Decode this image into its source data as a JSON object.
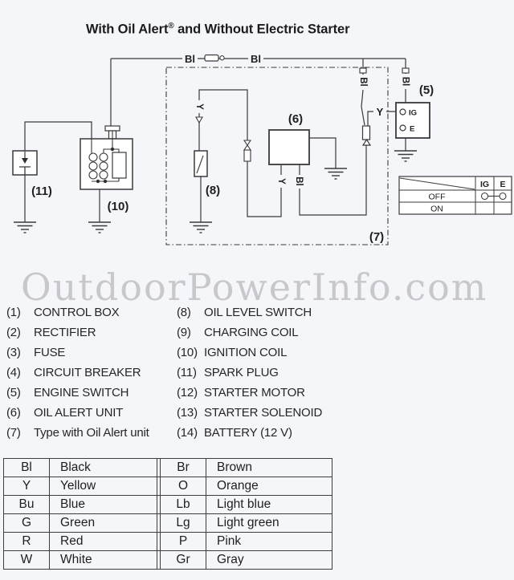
{
  "title": {
    "pre": "With Oil Alert",
    "reg": "®",
    "post": " and Without Electric Starter"
  },
  "watermark": "OutdoorPowerInfo.com",
  "colors": {
    "background": "#f5f6fa",
    "diagram_line": "#3a3a3a",
    "text": "#1f1f1f",
    "watermark": "#c7c7cc"
  },
  "diagram": {
    "wire_labels": {
      "bl_top_left": "Bl",
      "bl_top_right": "Bl",
      "bl_breaker": "Bl",
      "bl_switch": "Bl",
      "y_oil_switch": "Y",
      "y_ignition": "Y",
      "y_unit": "Y",
      "bl_unit": "Bl"
    },
    "callouts": {
      "c5": "(5)",
      "c6": "(6)",
      "c7": "(7)",
      "c8": "(8)",
      "c10": "(10)",
      "c11": "(11)"
    },
    "engine_switch": {
      "ig": "IG",
      "e": "E"
    },
    "switch_table": {
      "col_ig": "IG",
      "col_e": "E",
      "row_off": "OFF",
      "row_on": "ON"
    }
  },
  "legend": {
    "items": [
      {
        "num": "(1)",
        "label": "CONTROL BOX"
      },
      {
        "num": "(2)",
        "label": "RECTIFIER"
      },
      {
        "num": "(3)",
        "label": "FUSE"
      },
      {
        "num": "(4)",
        "label": "CIRCUIT BREAKER"
      },
      {
        "num": "(5)",
        "label": "ENGINE SWITCH"
      },
      {
        "num": "(6)",
        "label": "OIL ALERT UNIT"
      },
      {
        "num": "(7)",
        "label": "Type with Oil Alert unit"
      },
      {
        "num": "(8)",
        "label": "OIL LEVEL SWITCH"
      },
      {
        "num": "(9)",
        "label": "CHARGING COIL"
      },
      {
        "num": "(10)",
        "label": "IGNITION COIL"
      },
      {
        "num": "(11)",
        "label": "SPARK PLUG"
      },
      {
        "num": "(12)",
        "label": "STARTER MOTOR"
      },
      {
        "num": "(13)",
        "label": "STARTER SOLENOID"
      },
      {
        "num": "(14)",
        "label": "BATTERY (12 V)"
      }
    ]
  },
  "color_table": {
    "rows": [
      [
        "Bl",
        "Black",
        "Br",
        "Brown"
      ],
      [
        "Y",
        "Yellow",
        "O",
        "Orange"
      ],
      [
        "Bu",
        "Blue",
        "Lb",
        "Light blue"
      ],
      [
        "G",
        "Green",
        "Lg",
        "Light green"
      ],
      [
        "R",
        "Red",
        "P",
        "Pink"
      ],
      [
        "W",
        "White",
        "Gr",
        "Gray"
      ]
    ]
  }
}
